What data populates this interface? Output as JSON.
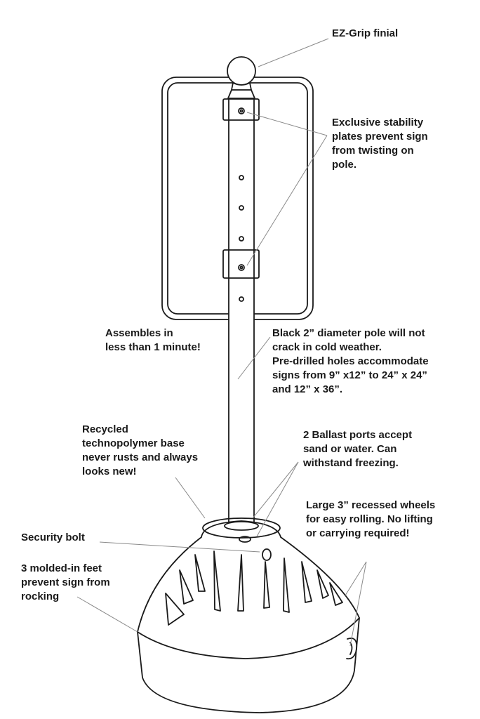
{
  "callouts": {
    "finial": [
      "EZ-Grip finial"
    ],
    "stability": [
      "Exclusive stability",
      "plates prevent sign",
      "from twisting on",
      "pole."
    ],
    "assembles": [
      "Assembles in",
      "less than 1 minute!"
    ],
    "pole": [
      "Black 2” diameter pole will not",
      "crack in cold weather.",
      "Pre-drilled holes accommodate",
      "signs from 9” x12” to 24” x 24”",
      "and 12” x 36”."
    ],
    "base": [
      "Recycled",
      "technopolymer base",
      "never rusts and always",
      "looks new!"
    ],
    "ballast": [
      "2 Ballast ports accept",
      "sand or water. Can",
      "withstand freezing."
    ],
    "wheels": [
      "Large 3” recessed wheels",
      "for easy rolling. No lifting",
      "or carrying required!"
    ],
    "security": [
      "Security bolt"
    ],
    "feet": [
      "3 molded-in feet",
      "prevent sign from",
      "rocking"
    ]
  },
  "colors": {
    "ink": "#1a1a1a",
    "leader": "#8a8a8a",
    "background": "#ffffff"
  }
}
